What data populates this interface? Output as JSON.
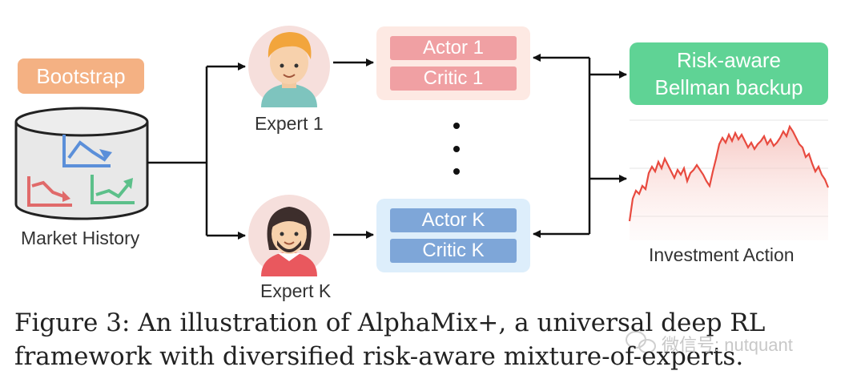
{
  "bootstrap_label": "Bootstrap",
  "database_label": "Market History",
  "experts": [
    {
      "label": "Expert 1"
    },
    {
      "label": "Expert K"
    }
  ],
  "panels": [
    {
      "actor": "Actor 1",
      "critic": "Critic 1",
      "color": "#f0a0a3"
    },
    {
      "actor": "Actor K",
      "critic": "Critic K",
      "color": "#7ea6d8"
    }
  ],
  "risk_box": {
    "line1": "Risk-aware",
    "line2": "Bellman backup",
    "color": "#5fd395"
  },
  "investment_label": "Investment Action",
  "caption": {
    "line1": "Figure 3:  An illustration of AlphaMix+, a universal deep RL",
    "line2": "framework with diversified risk-aware mixture-of-experts."
  },
  "watermark": "微信号: nutquant",
  "colors": {
    "bootstrap": "#f4b183",
    "line_chart": "#e84a3f"
  }
}
